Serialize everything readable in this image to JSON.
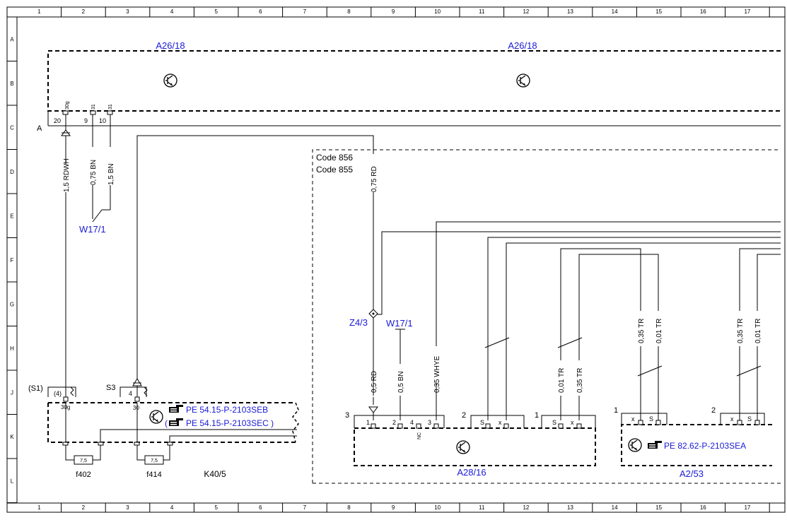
{
  "grid": {
    "cols": [
      "1",
      "2",
      "3",
      "4",
      "5",
      "6",
      "7",
      "8",
      "9",
      "10",
      "11",
      "12",
      "13",
      "14",
      "15",
      "16",
      "17"
    ],
    "rows": [
      "A",
      "B",
      "C",
      "D",
      "E",
      "F",
      "G",
      "H",
      "J",
      "K",
      "L"
    ]
  },
  "components": {
    "a26_left": "A26/18",
    "a26_right": "A26/18",
    "w17_left": "W17/1",
    "w17_mid": "W17/1",
    "z4": "Z4/3",
    "a28": "A28/16",
    "a2": "A2/53",
    "k40": "K40/5",
    "f402": "f402",
    "f414": "f414",
    "fuse_rating": "7,5"
  },
  "codes": {
    "c856": "Code 856",
    "c855": "Code 855"
  },
  "pin_labels": {
    "top_20": "20",
    "top_9": "9",
    "top_10": "10",
    "top_30g": "30g",
    "top_31a": "31",
    "top_31b": "31",
    "conn_a": "A",
    "s1": "(S1)",
    "s1_4": "(4)",
    "s1_30g": "30g",
    "s3": "S3",
    "s3_4": "4",
    "s3_30": "30",
    "a28_group3": "3",
    "a28_p1": "1",
    "a28_p2": "2",
    "a28_p4": "4",
    "a28_p3": "3",
    "a28_nc": "NC",
    "grp2": "2",
    "grp2_s": "S",
    "grp2_x": "x",
    "grp1": "1",
    "grp1_s": "S",
    "grp1_x": "x",
    "a2_1": "1",
    "a2_1x": "x",
    "a2_1s": "S",
    "a2_2": "2",
    "a2_2x": "x",
    "a2_2s": "S"
  },
  "wires": {
    "w_15rdwh": "1,5 RDWH",
    "w_075bn": "0,75 BN",
    "w_15bn": "1,5 BN",
    "w_075rd": "0,75 RD",
    "w_05rd": "0,5 RD",
    "w_05bn": "0,5 BN",
    "w_035whye": "0,35 WHYE",
    "w_001tr_a": "0,01 TR",
    "w_035tr_a": "0,35 TR",
    "w_035tr_b": "0,35 TR",
    "w_001tr_b": "0,01 TR",
    "w_035tr_c": "0,35 TR",
    "w_001tr_c": "0,01 TR"
  },
  "refs": {
    "ref1": "PE 54.15-P-2103SEB",
    "ref2": "PE 54.15-P-2103SEC )",
    "ref2_open": "(",
    "ref3": "PE 82.62-P-2103SEA"
  },
  "colors": {
    "link": "#1a1ad6",
    "line": "#000000"
  }
}
